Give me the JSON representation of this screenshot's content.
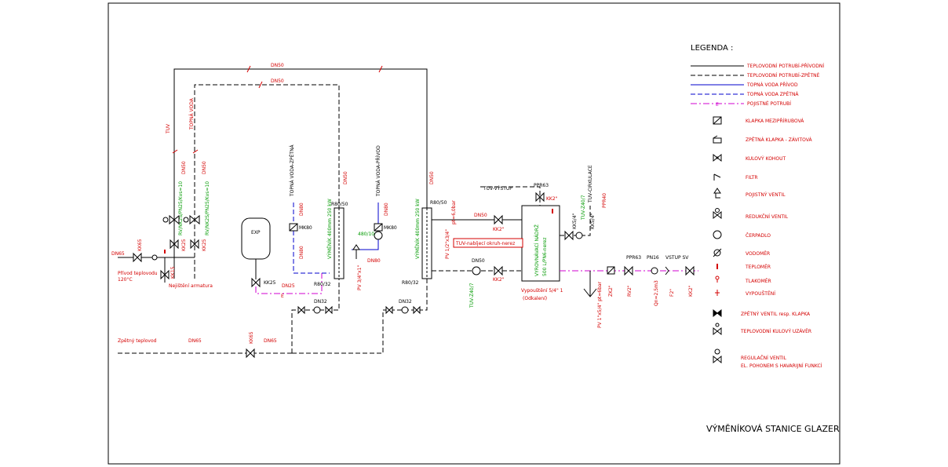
{
  "title": "VÝMĚNÍKOVÁ STANICE GLAZER",
  "legend": {
    "heading": "LEGENDA :",
    "lines": [
      "TEPLOVODNÍ POTRUBÍ-PŘÍVODNÍ",
      "TEPLOVODNÍ POTRUBÍ-ZPĚTNÉ",
      "TOPNÁ VODA PŘÍVOD",
      "TOPNÁ VODA ZPĚTNÁ",
      "POJISTNÉ POTRUBÍ"
    ],
    "safety_line_letter": "E",
    "symbols": [
      "KLAPKA MEZIPŘÍRUBOVÁ",
      "ZPĚTNÁ KLAPKA - ZÁVITOVÁ",
      "KULOVÝ KOHOUT",
      "FILTR",
      "POJISTNÝ VENTIL",
      "REDUKČNÍ VENTIL",
      "ČERPADLO",
      "VODOMĚR",
      "TEPLOMĚR",
      "TLAKOMĚR",
      "VYPOUŠTĚNÍ",
      "ZPĚTNÝ VENTIL resp. KLAPKA",
      "TEPLOVODNÍ KULOVÝ UZÁVĚR",
      "REGULAČNÍ VENTIL",
      "EL. POHONEM S HAVARIJNÍ FUNKCÍ"
    ]
  },
  "labels": {
    "dn50_top1": "DN50",
    "dn50_top2": "DN50",
    "tuv_vert": "TUV",
    "topna_voda_vert": "TOPNÁ VODA",
    "dn50_a": "DN50",
    "dn50_b": "DN50",
    "dn50_c": "DN50",
    "dn50_d": "DN50",
    "rv_a": "RV/NK2S/PN25/Kvs=10",
    "rv_b": "RV/NK2S/PN25/Kvs=10",
    "dn65_left": "DN65",
    "kk65": "KK65",
    "kk15": "KK15",
    "kk25_a": "KK25",
    "kk25_b": "KK25",
    "privod_teplovodu": "Přívod teplovodu",
    "privod_temp": "120°C",
    "nejistota": "Nejištění armatura",
    "zpetny_teplovod": "Zpětný teplovod",
    "dn65_bottom1": "DN65",
    "dn65_bottom2": "DN65",
    "kk65_bottom": "KK65",
    "exp": "EXP",
    "kk25_exp": "KK25",
    "dn25": "DN25",
    "e_letter": "E",
    "topna_zpet_vert": "TOPNÁ VODA-ZPĚTNÁ",
    "topna_privod_vert": "TOPNÁ VODA-PŘÍVOD",
    "dn80_a": "DN80",
    "dn80_b": "DN80",
    "dn80_c": "DN80",
    "dn80_d": "DN80",
    "mk80_a": "MK80",
    "mk80_b": "MK80",
    "r80_50_a": "R80/50",
    "r80_32_a": "R80/32",
    "r80_50_b": "R80/50",
    "r80_32_b": "R80/32",
    "vymenik_a": "VÝMĚNÍK  400mm 250 kW",
    "vymenik_b": "VÝMĚNÍK  400mm 250 kW",
    "pump_label": "480/10",
    "pv_a": "PV 3/4\"x1\"",
    "dn32_a": "DN32",
    "dn32_b": "DN32",
    "tuv_vystup": "TUV-VÝSTUP",
    "ppr63_a": "PPR63",
    "kk2_top": "KK2\"",
    "tuv_cirkulace": "TUV-CIRKULACE",
    "ppr40": "PPR40",
    "zasobnik": "VYROVNÁVACÍ NÁDRŽ",
    "zasobnik2": "500 L/PN6-nerez",
    "tuv_nabijeci": "TUV-nabíjecí okruh-nerez",
    "pv_b": "PV 1/2\"x3/4\"",
    "pv_b_bar": "pt=6,0bar",
    "dn50_e": "DN50",
    "dn50_f": "DN50",
    "kk2_a": "KK2\"",
    "kk2_b": "KK2\"",
    "tuv_pump": "TUV-Z40/7",
    "vypousteni": "Vypouštění 5/4\" 1",
    "odkaleni": "(Odkalení)",
    "kk54_a": "KK5/4\"",
    "kk54_b": "KK5/4\"",
    "tuv_z40": "TUV-Z40/7",
    "zk2": "ZK2\"",
    "pv_c": "PV 1\"x5/4\" pt=6bar",
    "rv2": "RV2\"",
    "ppr63_b": "PPR63",
    "pn16": "PN16",
    "qn": "Qn=2,5m3",
    "f2": "F2\"",
    "kk2_c": "KK2\"",
    "vstup_sv": "VSTUP SV"
  },
  "colors": {
    "red": "#d40000",
    "blue": "#0000cc",
    "green": "#009a00",
    "magenta": "#d000d0",
    "black": "#000000"
  }
}
